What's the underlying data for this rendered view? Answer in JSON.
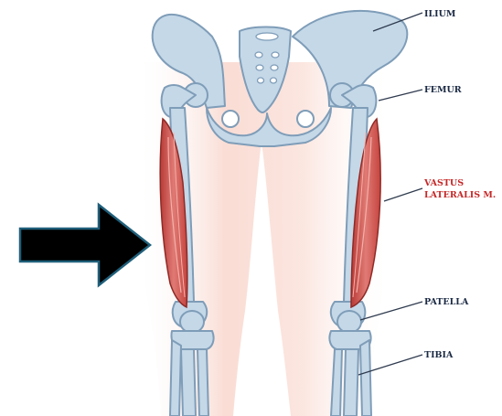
{
  "labels": {
    "ilium": "ILIUM",
    "femur": "FEMUR",
    "vastus_line1": "VASTUS",
    "vastus_line2": "LATERALIS M.",
    "patella": "PATELLA",
    "tibia": "TIBIA"
  },
  "colors": {
    "bone_fill": "#c4d8e8",
    "bone_stroke": "#7f9db8",
    "muscle": "#d9534f",
    "skin": "#f9d9d0",
    "arrow": "#000000",
    "arrow_outline": "#1f5f7a",
    "label_dark": "#1b2a44",
    "label_red": "#c62828"
  },
  "arrow": {
    "direction": "right",
    "icon": "arrow-right-icon"
  }
}
